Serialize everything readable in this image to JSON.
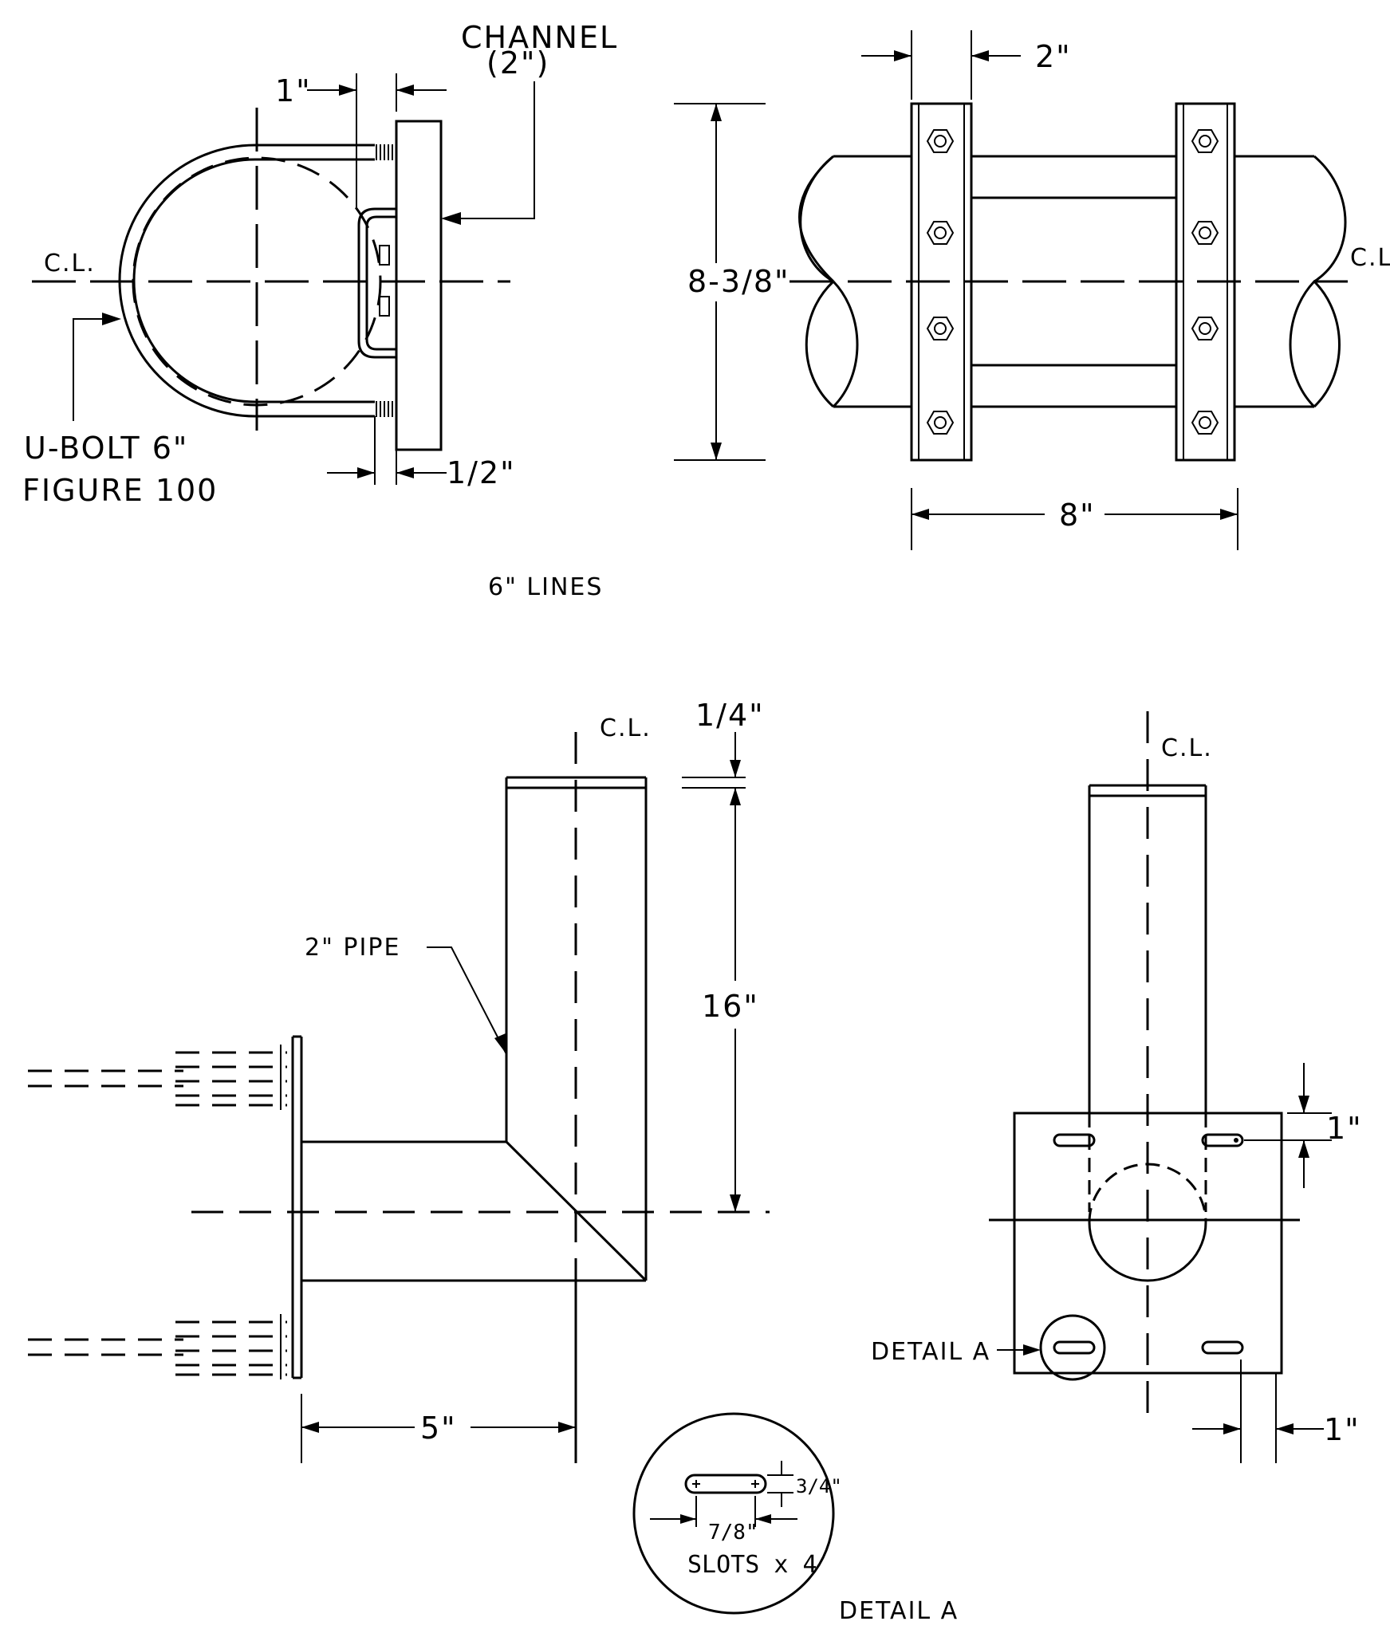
{
  "top_left": {
    "channel_label": "CHANNEL",
    "channel_size": "(2\")",
    "dim_1in": "1\"",
    "dim_half": "1/2\"",
    "cl_label": "C.L.",
    "ubolt_label": "U-BOLT 6\"",
    "figure_label": "FIGURE 100"
  },
  "top_right": {
    "dim_2in": "2\"",
    "dim_height": "8-3/8\"",
    "dim_width": "8\"",
    "cl_label": "C.L"
  },
  "section_title": "6\" LINES",
  "bottom_left": {
    "cl_label": "C.L.",
    "dim_quarter": "1/4\"",
    "pipe_label": "2\" PIPE",
    "dim_16in": "16\"",
    "dim_5in": "5\""
  },
  "bottom_right": {
    "cl_label": "C.L.",
    "dim_1in_top": "1\"",
    "detail_ref": "DETAIL A",
    "dim_1in_bottom": "1\""
  },
  "detail_a": {
    "dim_three_quarter": "3/4\"",
    "dim_seven_eighth": "7/8\"",
    "slots_label": "SLOTS x 4",
    "title": "DETAIL A"
  }
}
